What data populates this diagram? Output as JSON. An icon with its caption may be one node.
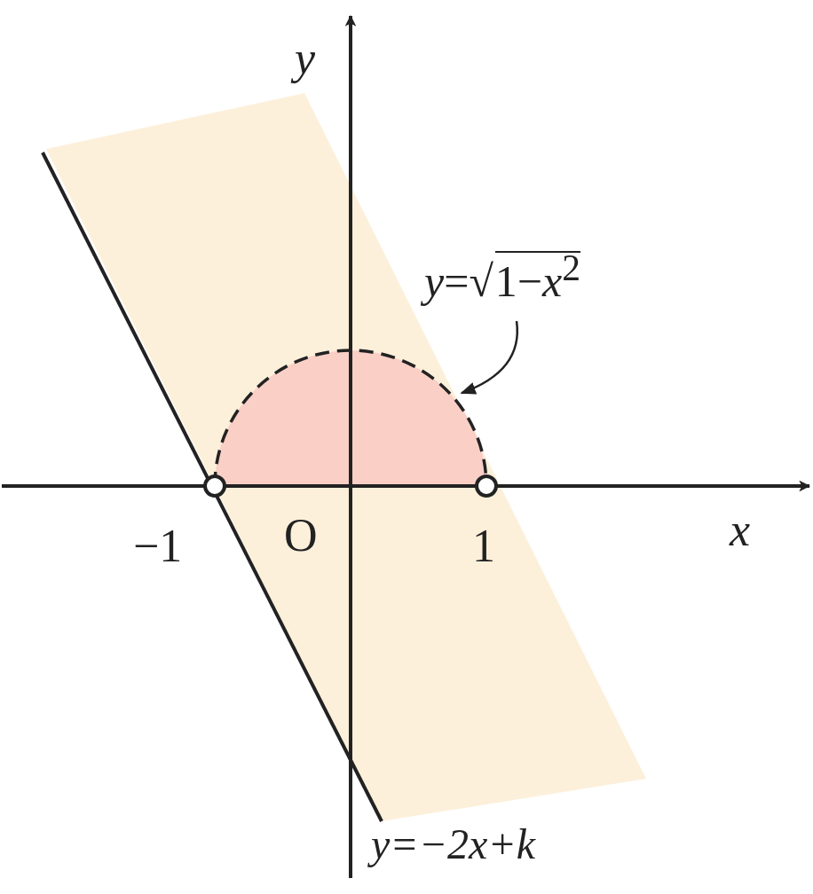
{
  "diagram": {
    "nodes": [
      {
        "text": [
          "*y*=√1−*x*$^{2}$"
        ]
      },
      {
        "text": [],
        "shape": "arc"
      }
    ],
    "edges": [
      {
        "from": 0,
        "to": 1,
        "arrow": "to"
      }
    ],
    "labels": [
      "*y*",
      "*x*",
      "O",
      "−1",
      "1",
      "y=−2x+k"
    ]
  }
}
